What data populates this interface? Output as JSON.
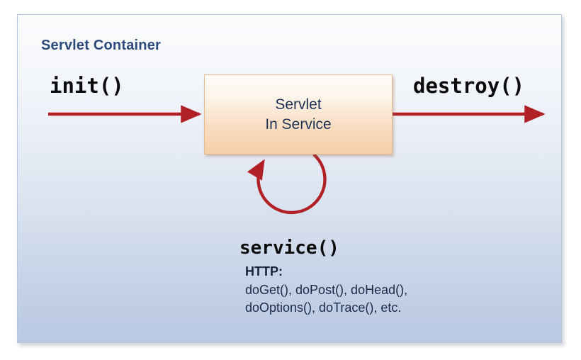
{
  "diagram": {
    "title": "Servlet Container",
    "box": {
      "line1": "Servlet",
      "line2": "In Service"
    },
    "labels": {
      "init": "init()",
      "destroy": "destroy()",
      "service": "service()"
    },
    "notes": {
      "protocol_label": "HTTP:",
      "methods_line1": "doGet(), doPost(), doHead(),",
      "methods_line2": "doOptions(), doTrace(), etc."
    },
    "colors": {
      "title_text": "#2c4a7c",
      "panel_border": "#b6c6e0",
      "panel_bg_top": "#fbfcfe",
      "panel_bg_bottom": "#b9c9e2",
      "box_border": "#e8b98b",
      "box_bg_top": "#fffdfb",
      "box_bg_bottom": "#f6cfa9",
      "box_text": "#1f3050",
      "arrow": "#b02025",
      "mono_text": "#0b0b0b",
      "notes_text": "#1b2a47"
    }
  }
}
